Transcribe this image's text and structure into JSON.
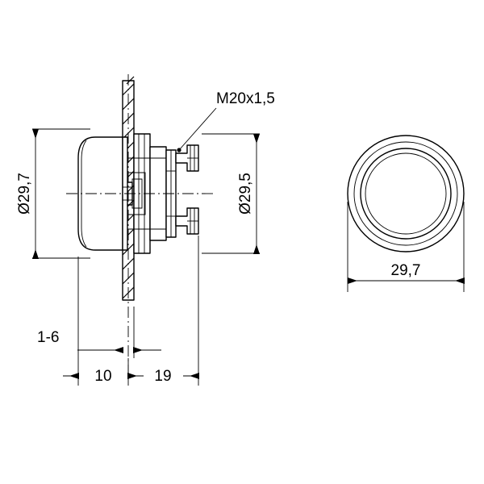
{
  "drawing": {
    "title": "push-button-technical-drawing",
    "background_color": "#ffffff",
    "line_color": "#000000",
    "labels": {
      "thread": "M20x1,5",
      "diameter_left": "Ø29,7",
      "diameter_right": "Ø29,5",
      "panel_thickness": "1-6",
      "front_depth": "10",
      "rear_depth": "19",
      "front_view_width": "29,7"
    }
  }
}
